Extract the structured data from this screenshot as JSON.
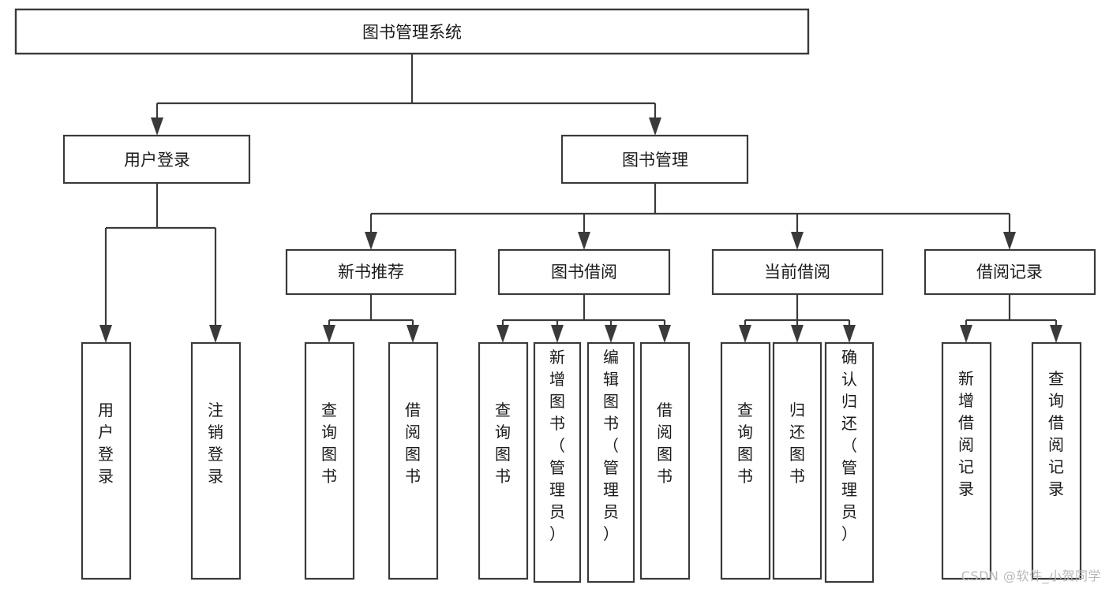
{
  "diagram": {
    "type": "tree",
    "title": "图书管理系统",
    "orientation": "top-down",
    "colors": {
      "box_fill": "#ffffff",
      "box_stroke": "#3a3a3a",
      "text": "#1a1a1a",
      "background": "#ffffff",
      "watermark": "#b8b8b8"
    },
    "root": {
      "label": "图书管理系统",
      "level": 0,
      "orientation": "horizontal"
    },
    "level1": [
      {
        "label": "用户登录",
        "orientation": "horizontal"
      },
      {
        "label": "图书管理",
        "orientation": "horizontal"
      }
    ],
    "level2": [
      {
        "label": "新书推荐",
        "orientation": "horizontal",
        "parent": "图书管理"
      },
      {
        "label": "图书借阅",
        "orientation": "horizontal",
        "parent": "图书管理"
      },
      {
        "label": "当前借阅",
        "orientation": "horizontal",
        "parent": "图书管理"
      },
      {
        "label": "借阅记录",
        "orientation": "horizontal",
        "parent": "图书管理"
      }
    ],
    "leaves": {
      "用户登录": [
        {
          "label": "用户登录",
          "orientation": "vertical"
        },
        {
          "label": "注销登录",
          "orientation": "vertical"
        }
      ],
      "新书推荐": [
        {
          "label": "查询图书",
          "orientation": "vertical"
        },
        {
          "label": "借阅图书",
          "orientation": "vertical"
        }
      ],
      "图书借阅": [
        {
          "label": "查询图书",
          "orientation": "vertical"
        },
        {
          "label": "新增图书（管理员）",
          "orientation": "vertical"
        },
        {
          "label": "编辑图书（管理员）",
          "orientation": "vertical"
        },
        {
          "label": "借阅图书",
          "orientation": "vertical"
        }
      ],
      "当前借阅": [
        {
          "label": "查询图书",
          "orientation": "vertical"
        },
        {
          "label": "归还图书",
          "orientation": "vertical"
        },
        {
          "label": "确认归还（管理员）",
          "orientation": "vertical"
        }
      ],
      "借阅记录": [
        {
          "label": "新增借阅记录",
          "orientation": "vertical"
        },
        {
          "label": "查询借阅记录",
          "orientation": "vertical"
        }
      ]
    }
  },
  "labels": {
    "root": "图书管理系统",
    "l1_0": "用户登录",
    "l1_1": "图书管理",
    "l2_0": "新书推荐",
    "l2_1": "图书借阅",
    "l2_2": "当前借阅",
    "l2_3": "借阅记录",
    "leaf_login_0": "用户登录",
    "leaf_login_1": "注销登录",
    "leaf_new_0": "查询图书",
    "leaf_new_1": "借阅图书",
    "leaf_borrow_0": "查询图书",
    "leaf_borrow_1": "新增图书（管理员）",
    "leaf_borrow_2": "编辑图书（管理员）",
    "leaf_borrow_3": "借阅图书",
    "leaf_current_0": "查询图书",
    "leaf_current_1": "归还图书",
    "leaf_current_2": "确认归还（管理员）",
    "leaf_record_0": "新增借阅记录",
    "leaf_record_1": "查询借阅记录"
  },
  "watermark": {
    "text": "CSDN @软件_小贺同学"
  }
}
